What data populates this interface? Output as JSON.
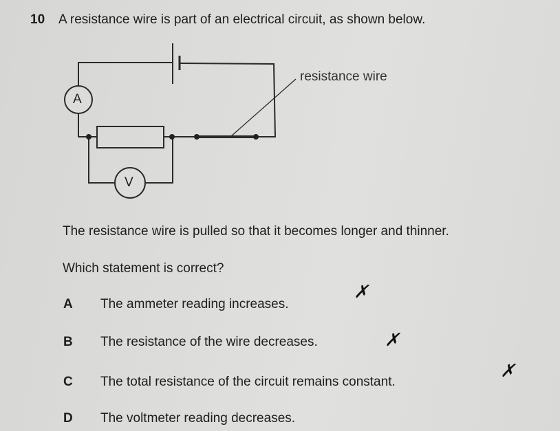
{
  "question": {
    "number": "10",
    "stem": "A resistance wire is part of an electrical circuit, as shown below.",
    "diagram": {
      "label_resistance_wire": "resistance wire",
      "ammeter_symbol": "A",
      "voltmeter_symbol": "V"
    },
    "scenario": "The resistance wire is pulled so that it becomes longer and thinner.",
    "prompt": "Which statement is correct?",
    "options": [
      {
        "letter": "A",
        "text": "The ammeter reading increases.",
        "mark": "✗"
      },
      {
        "letter": "B",
        "text": "The resistance of the wire decreases.",
        "mark": "✗"
      },
      {
        "letter": "C",
        "text": "The total resistance of the circuit remains constant.",
        "mark": "✗"
      },
      {
        "letter": "D",
        "text": "The voltmeter reading decreases.",
        "mark": ""
      }
    ]
  }
}
